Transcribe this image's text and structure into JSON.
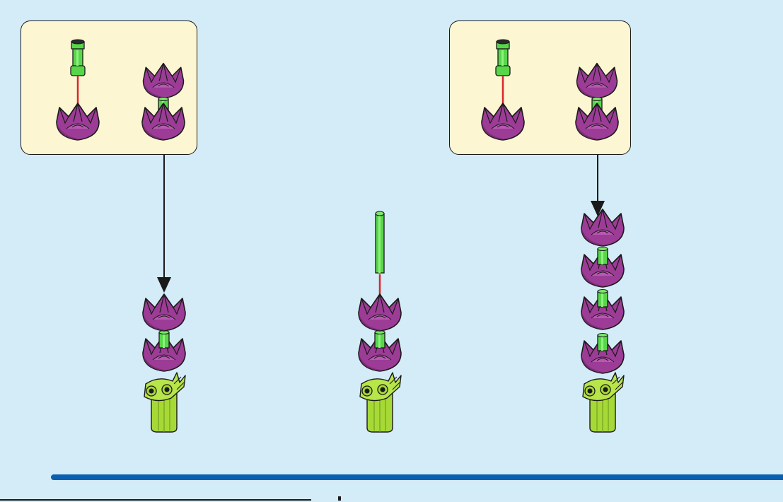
{
  "steps": [
    {
      "name": "step-left",
      "callout": true,
      "flowers": 2,
      "pin_above": false
    },
    {
      "name": "step-middle",
      "callout": false,
      "flowers": 2,
      "pin_above": true
    },
    {
      "name": "step-right",
      "callout": true,
      "flowers": 4,
      "pin_above": false
    }
  ],
  "colors": {
    "background": "#d4ebf8",
    "callout_fill": "#fdf6d3",
    "flower_purple": "#9c3c96",
    "flower_dark": "#6e2468",
    "stem_green": "#58d64a",
    "base_lime": "#a7d936",
    "arrow_red": "#d9262c",
    "arrow_black": "#1a1a1a",
    "footer_bar": "#0a5fb0"
  },
  "icons": [
    "flower-piece-icon",
    "stem-piece-icon",
    "rod-piece-icon",
    "base-piece-icon",
    "assembly-arrow-icon"
  ]
}
